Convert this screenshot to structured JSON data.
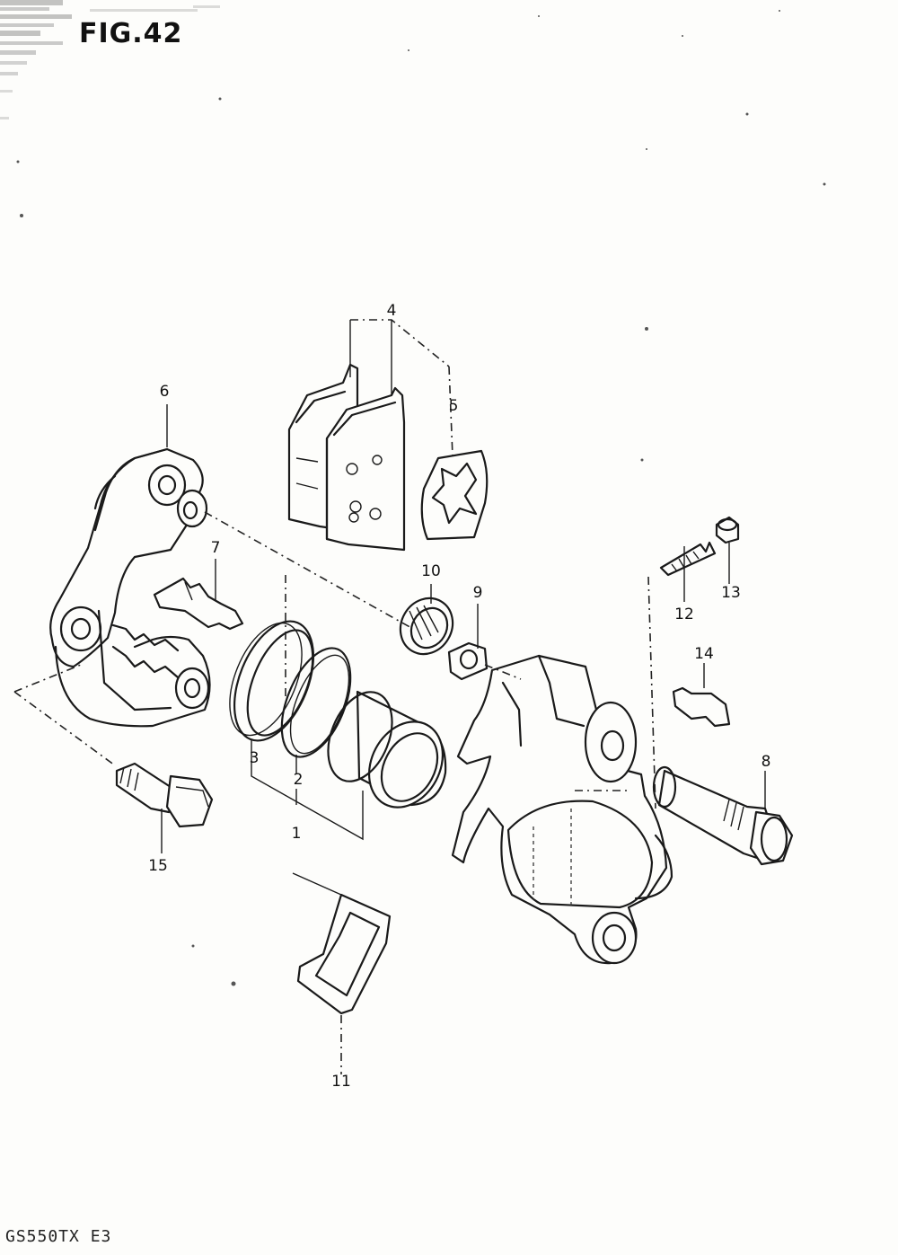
{
  "figure": {
    "title": "FIG.42"
  },
  "footer": {
    "model_code": "GS550TX E3"
  },
  "callouts": [
    {
      "id": "1",
      "label": "1"
    },
    {
      "id": "2",
      "label": "2"
    },
    {
      "id": "3",
      "label": "3"
    },
    {
      "id": "4",
      "label": "4"
    },
    {
      "id": "5",
      "label": "5"
    },
    {
      "id": "6",
      "label": "6"
    },
    {
      "id": "7",
      "label": "7"
    },
    {
      "id": "8",
      "label": "8"
    },
    {
      "id": "9",
      "label": "9"
    },
    {
      "id": "10",
      "label": "10"
    },
    {
      "id": "11",
      "label": "11"
    },
    {
      "id": "12",
      "label": "12"
    },
    {
      "id": "13",
      "label": "13"
    },
    {
      "id": "14",
      "label": "14"
    },
    {
      "id": "15",
      "label": "15"
    }
  ]
}
